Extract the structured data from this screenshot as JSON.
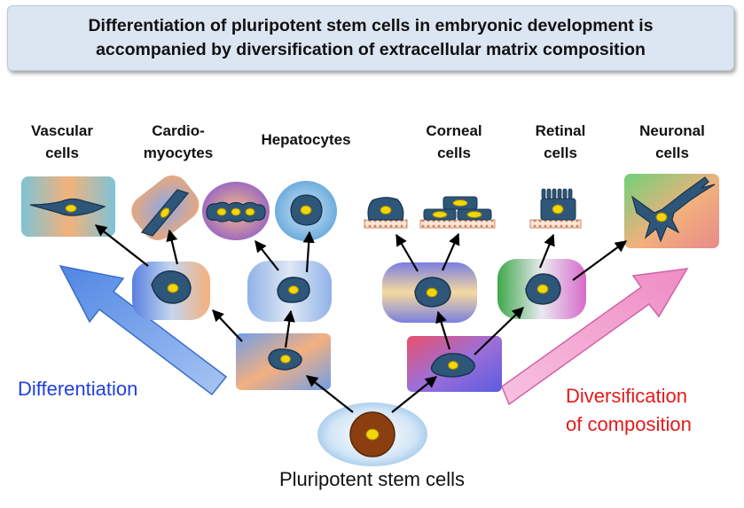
{
  "title": {
    "line1": "Differentiation of pluripotent stem cells in embryonic development is",
    "line2": "accompanied by diversification of extracellular matrix composition"
  },
  "cell_types": {
    "vascular": [
      "Vascular",
      "cells"
    ],
    "cardio": [
      "Cardio-",
      "myocytes"
    ],
    "hepato": [
      "Hepatocytes"
    ],
    "corneal": [
      "Corneal",
      "cells"
    ],
    "retinal": [
      "Retinal",
      "cells"
    ],
    "neuronal": [
      "Neuronal",
      "cells"
    ]
  },
  "left_label": "Differentiation",
  "right_label": [
    "Diversification",
    "of composition"
  ],
  "root_label": "Pluripotent stem cells",
  "colors": {
    "left_arrow": "#5b8fe6",
    "right_arrow": "#f29ac9",
    "left_text": "#1f3fe0",
    "right_text": "#e41a1a",
    "cell_body": "#2d5679",
    "nucleus": "#f2d60a",
    "stem_cell": "#8b3f10"
  }
}
